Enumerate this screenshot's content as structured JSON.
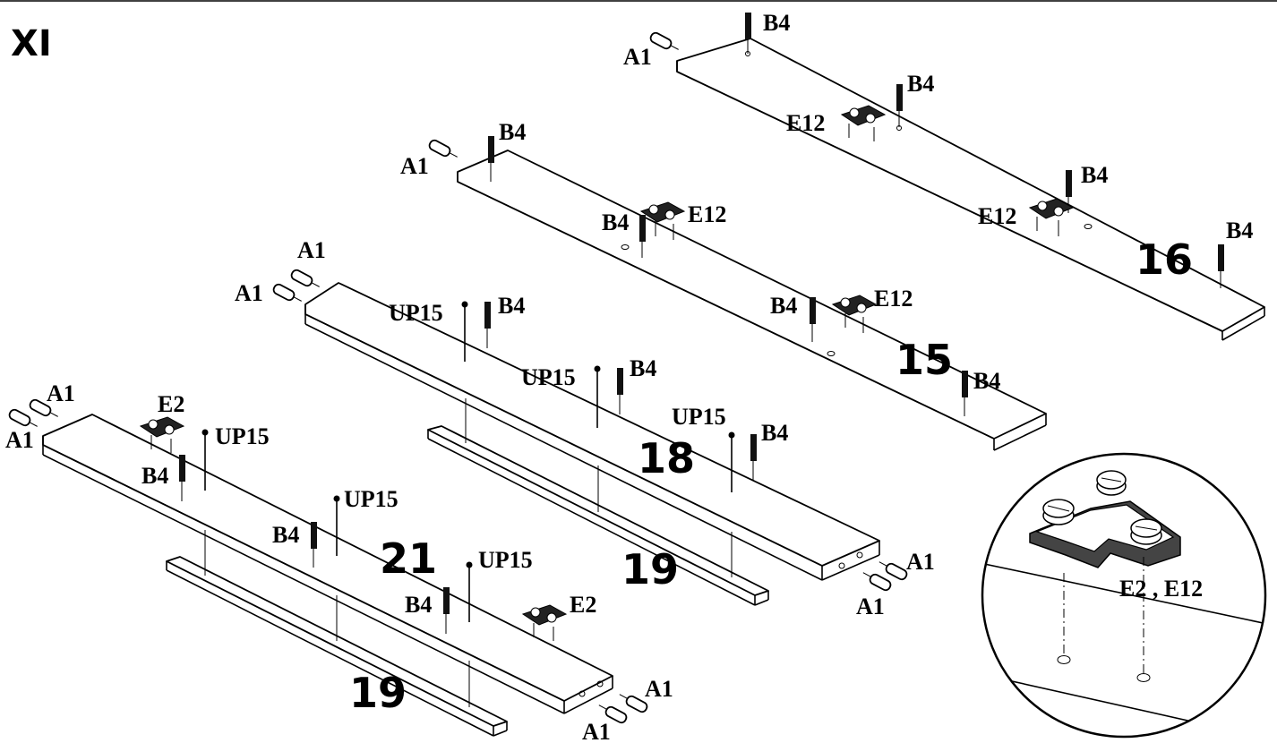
{
  "step": {
    "title": "XI"
  },
  "parts": {
    "a1": "A1",
    "b4": "B4",
    "e2": "E2",
    "e12": "E12",
    "up15": "UP15",
    "detail": "E2 , E12"
  },
  "panels": {
    "p16": "16",
    "p15": "15",
    "p18": "18",
    "p21": "21",
    "p19a": "19",
    "p19b": "19"
  }
}
